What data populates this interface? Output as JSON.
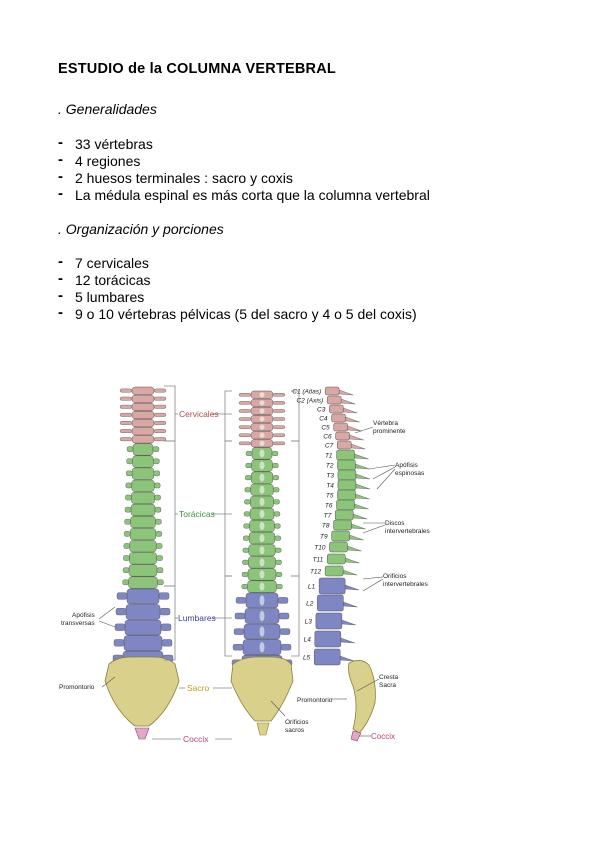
{
  "document": {
    "title": "ESTUDIO de la COLUMNA VERTEBRAL",
    "sections": [
      {
        "heading": ". Generalidades",
        "items": [
          "33 vértebras",
          "4 regiones",
          "2 huesos terminales : sacro y coxis",
          "La médula espinal es más corta que la columna vertebral"
        ]
      },
      {
        "heading": ". Organización y porciones",
        "items": [
          "7 cervicales",
          "12 torácicas",
          "5 lumbares",
          "9 o 10 vértebras pélvicas (5 del sacro y 4 o 5 del coxis)"
        ]
      }
    ],
    "bullet": "-"
  },
  "figure": {
    "region_labels": {
      "cervicales": "Cervicales",
      "toracicas": "Torácicas",
      "lumbares": "Lumbares",
      "sacro": "Sacro",
      "coccix": "Coccix"
    },
    "left_labels": {
      "apofisis_transversas": [
        "Apófisis",
        "transversas"
      ],
      "promontorio": "Promontorio"
    },
    "middle_labels": {
      "orificios_sacros": [
        "Orificios",
        "sacros"
      ]
    },
    "vertebra_labels": [
      "C1 (Atlas)",
      "C2 (Axis)",
      "C3",
      "C4",
      "C5",
      "C6",
      "C7",
      "T1",
      "T2",
      "T3",
      "T4",
      "T5",
      "T6",
      "T7",
      "T8",
      "T9",
      "T10",
      "T11",
      "T12",
      "L1",
      "L2",
      "L3",
      "L4",
      "L5"
    ],
    "right_labels": {
      "vertebra_prominente": [
        "Vértebra",
        "prominente"
      ],
      "apofisis_espinosas": [
        "Apófisis",
        "espinosas"
      ],
      "discos": [
        "Discos",
        "intervertebrales"
      ],
      "orificios": [
        "Orificios",
        "intervertebrales"
      ],
      "cresta_sacra": [
        "Cresta",
        "Sacra"
      ],
      "promontorio": "Promontorio",
      "coccix": "Coccix"
    },
    "colors": {
      "cervical": "#d9a7a4",
      "thoracic": "#8cc47a",
      "lumbar": "#7f86c4",
      "sacral": "#d9d08c",
      "coccyx": "#e2a6c8",
      "region_text": "#b04a4a",
      "thoracic_text": "#3f8f3f",
      "lumbar_text": "#3a3f9a",
      "sacral_text": "#c99a20",
      "coccyx_text": "#b8407a"
    }
  }
}
